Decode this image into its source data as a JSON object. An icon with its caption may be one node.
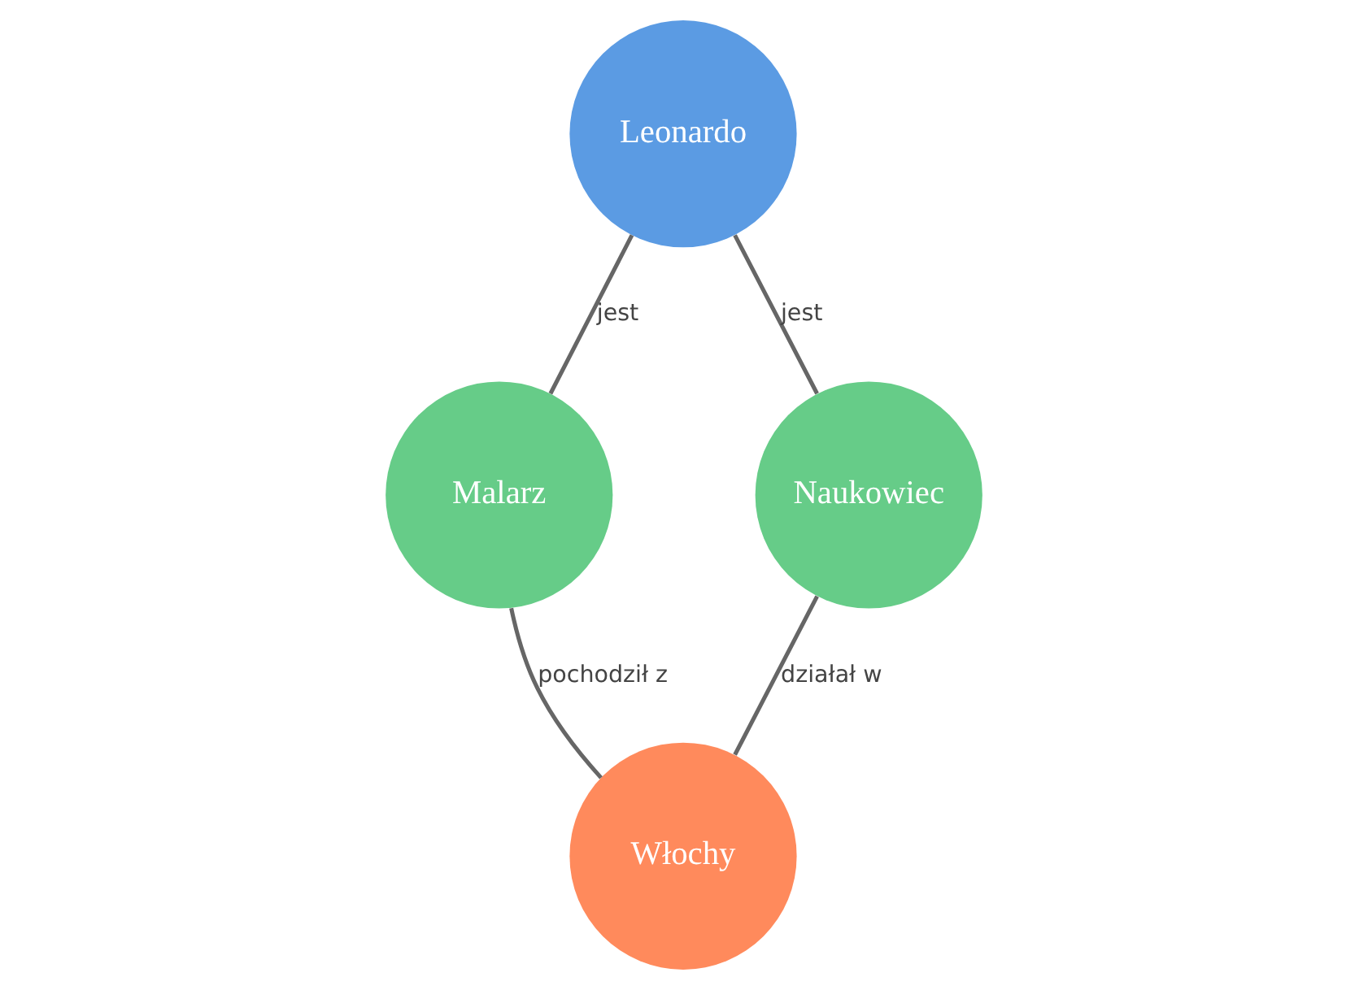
{
  "diagram": {
    "nodes": [
      {
        "text": [
          "Leonardo"
        ]
      },
      {
        "text": [
          "Malarz"
        ]
      },
      {
        "text": [
          "Naukowiec"
        ]
      },
      {
        "text": [
          "Włochy"
        ]
      }
    ],
    "edges": [
      {
        "from": 0,
        "to": 1,
        "arrow": "none",
        "label": "jest"
      },
      {
        "from": 0,
        "to": 2,
        "arrow": "none",
        "label": "jest"
      },
      {
        "from": 1,
        "to": 3,
        "arrow": "none",
        "label": "pochodził z"
      },
      {
        "from": 2,
        "to": 3,
        "arrow": "none",
        "label": "działał w"
      }
    ]
  }
}
